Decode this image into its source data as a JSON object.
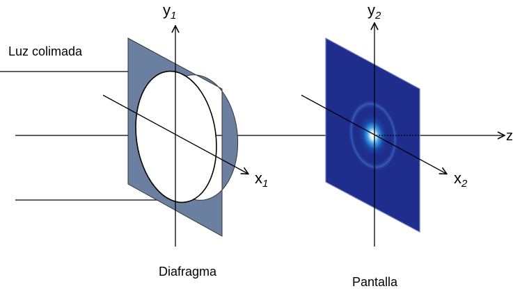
{
  "labels": {
    "y1": {
      "base": "y",
      "sub": "1"
    },
    "y2": {
      "base": "y",
      "sub": "2"
    },
    "x1": {
      "base": "x",
      "sub": "1"
    },
    "x2": {
      "base": "x",
      "sub": "2"
    },
    "z": "z",
    "light": "Luz colimada",
    "aperture": "Diafragma",
    "screen": "Pantalla"
  },
  "colors": {
    "aperture_plate": "#6b7fa0",
    "screen_plate": "#1f2e8c",
    "lines": "#000000",
    "diffraction_center": "#ffffff"
  }
}
